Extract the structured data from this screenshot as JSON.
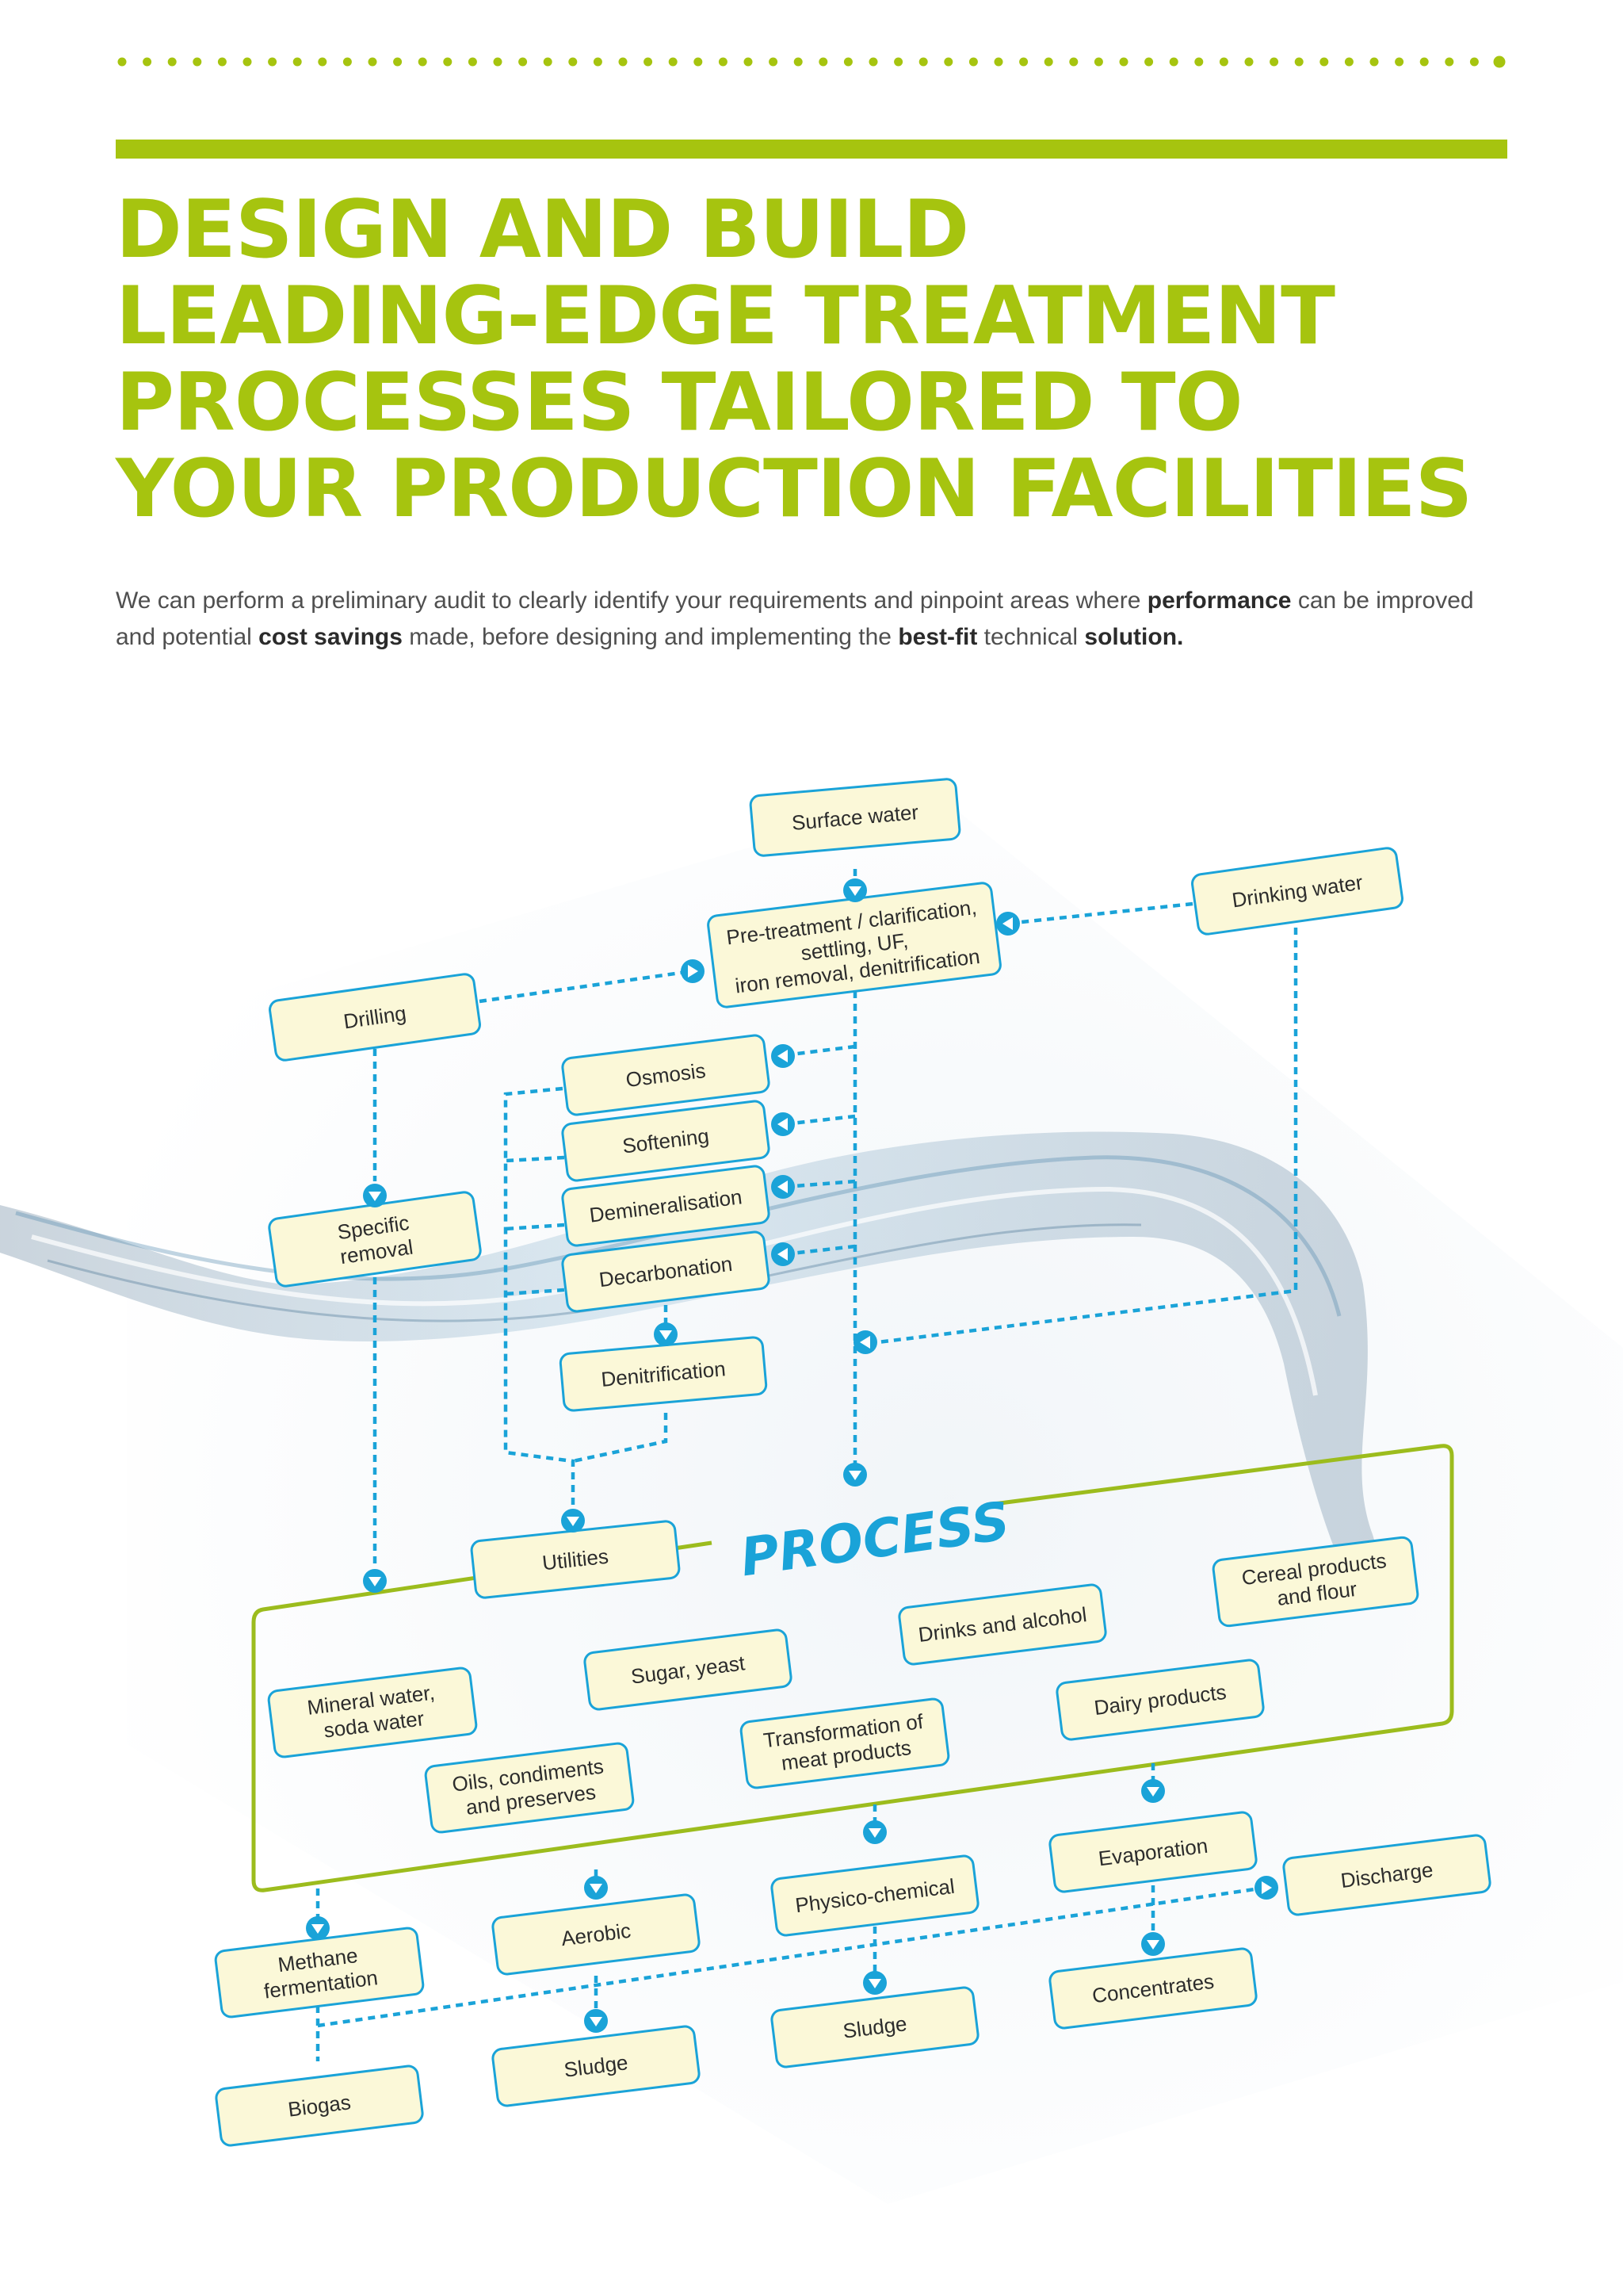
{
  "header": {
    "title_lines": [
      "DESIGN AND BUILD",
      "LEADING-EDGE TREATMENT",
      "PROCESSES TAILORED TO",
      "YOUR PRODUCTION FACILITIES"
    ],
    "intro_parts": [
      "We can perform a preliminary audit to clearly identify your requirements and pinpoint areas where ",
      "performance",
      " can be improved and potential ",
      "cost savings",
      " made, before designing and implementing the ",
      "best-fit",
      " technical ",
      "solution."
    ]
  },
  "colors": {
    "accent_green": "#a6c40f",
    "flow_blue": "#1aa3d8",
    "box_fill": "#fbf8d8",
    "text_grey": "#4f4f4f"
  },
  "diagram": {
    "process_label": "PROCESS",
    "sources": {
      "surface_water": "Surface water",
      "drinking_water": "Drinking water",
      "pretreatment": [
        "Pre-treatment / clarification,",
        "settling, UF,",
        "iron removal, denitrification"
      ],
      "drilling": "Drilling",
      "specific_removal": [
        "Specific",
        "removal"
      ]
    },
    "treatments": {
      "osmosis": "Osmosis",
      "softening": "Softening",
      "demineralisation": "Demineralisation",
      "decarbonation": "Decarbonation",
      "denitrification": "Denitrification"
    },
    "utilities": "Utilities",
    "industries": {
      "cereal": [
        "Cereal products",
        "and flour"
      ],
      "drinks": "Drinks and alcohol",
      "sugar": "Sugar, yeast",
      "mineral": [
        "Mineral water,",
        "soda water"
      ],
      "dairy": "Dairy products",
      "meat": [
        "Transformation of",
        "meat products"
      ],
      "oils": [
        "Oils, condiments",
        "and preserves"
      ]
    },
    "outputs": {
      "evaporation": "Evaporation",
      "discharge": "Discharge",
      "physico": "Physico-chemical",
      "aerobic": "Aerobic",
      "methane": [
        "Methane",
        "fermentation"
      ],
      "concentrates": "Concentrates",
      "sludge_1": "Sludge",
      "sludge_2": "Sludge",
      "biogas": "Biogas"
    }
  }
}
